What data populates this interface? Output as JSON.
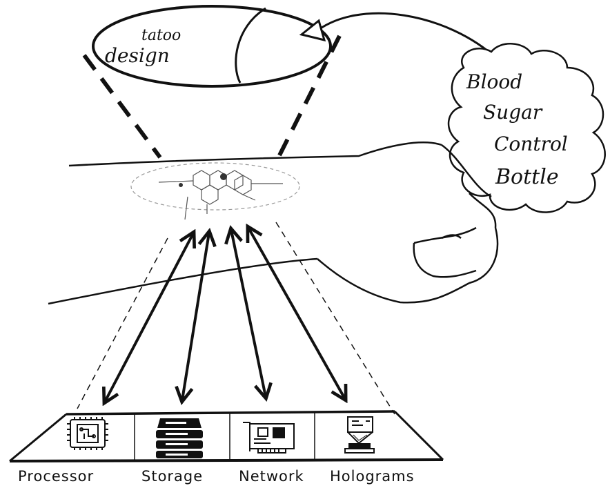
{
  "tattoo_bubble": {
    "line1": "tatoo",
    "line2": "design"
  },
  "cloud": {
    "line1": "Blood",
    "line2": "Sugar",
    "line3": "Control",
    "line4": "Bottle"
  },
  "base_labels": {
    "processor": "Processor",
    "storage": "Storage",
    "network": "Network",
    "holograms": "Holograms"
  },
  "icons": [
    "processor-chip-icon",
    "storage-server-icon",
    "network-card-icon",
    "hologram-projector-icon"
  ],
  "colors": {
    "ink": "#111111",
    "paper": "#ffffff"
  }
}
